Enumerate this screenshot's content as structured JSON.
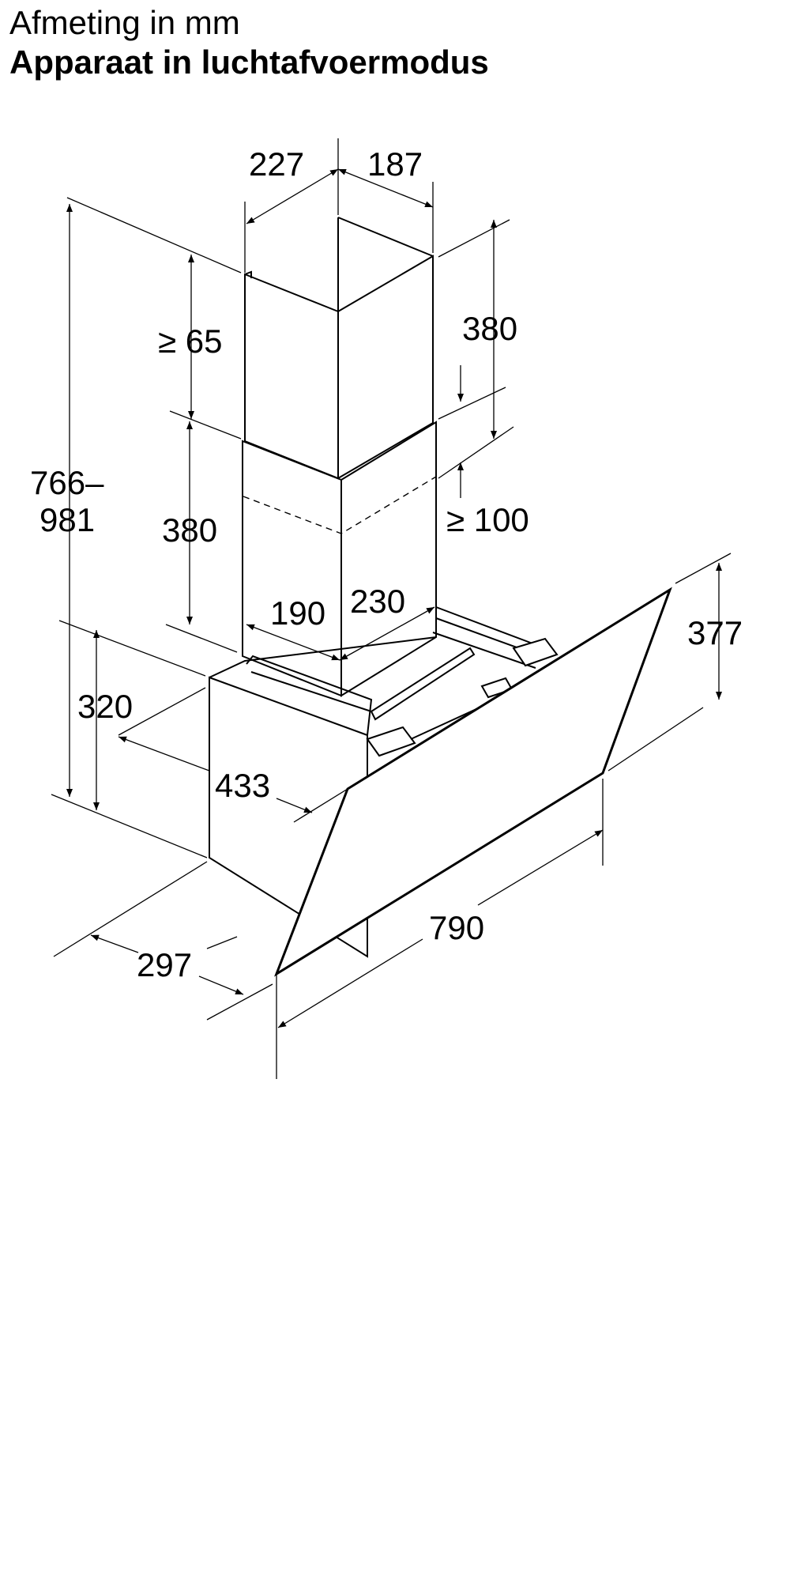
{
  "header": {
    "subtitle": "Afmeting in mm",
    "title": "Apparaat in luchtafvoermodus"
  },
  "dimensions": {
    "chimney_width_left": "227",
    "chimney_width_right": "187",
    "upper_chimney_min": "≥ 65",
    "upper_chimney_height": "380",
    "total_height_top": "766–",
    "total_height_bottom": "981",
    "lower_chimney_height": "380",
    "chimney_gap_min": "≥ 100",
    "chimney_base_width": "190",
    "chimney_base_depth": "230",
    "panel_height": "377",
    "body_height": "320",
    "body_depth_inner": "433",
    "hood_width": "790",
    "hood_depth": "297"
  }
}
